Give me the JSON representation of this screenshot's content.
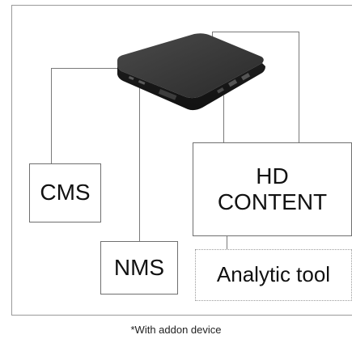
{
  "nodes": {
    "cms": "CMS",
    "nms": "NMS",
    "hd_content": "HD\nCONTENT",
    "analytic_tool": "Analytic tool"
  },
  "caption": "*With addon device",
  "device_icon": "media-player-box-icon",
  "colors": {
    "border": "#6f6f6f",
    "wire": "#7a7a7a",
    "device": "#2b2b2b"
  }
}
